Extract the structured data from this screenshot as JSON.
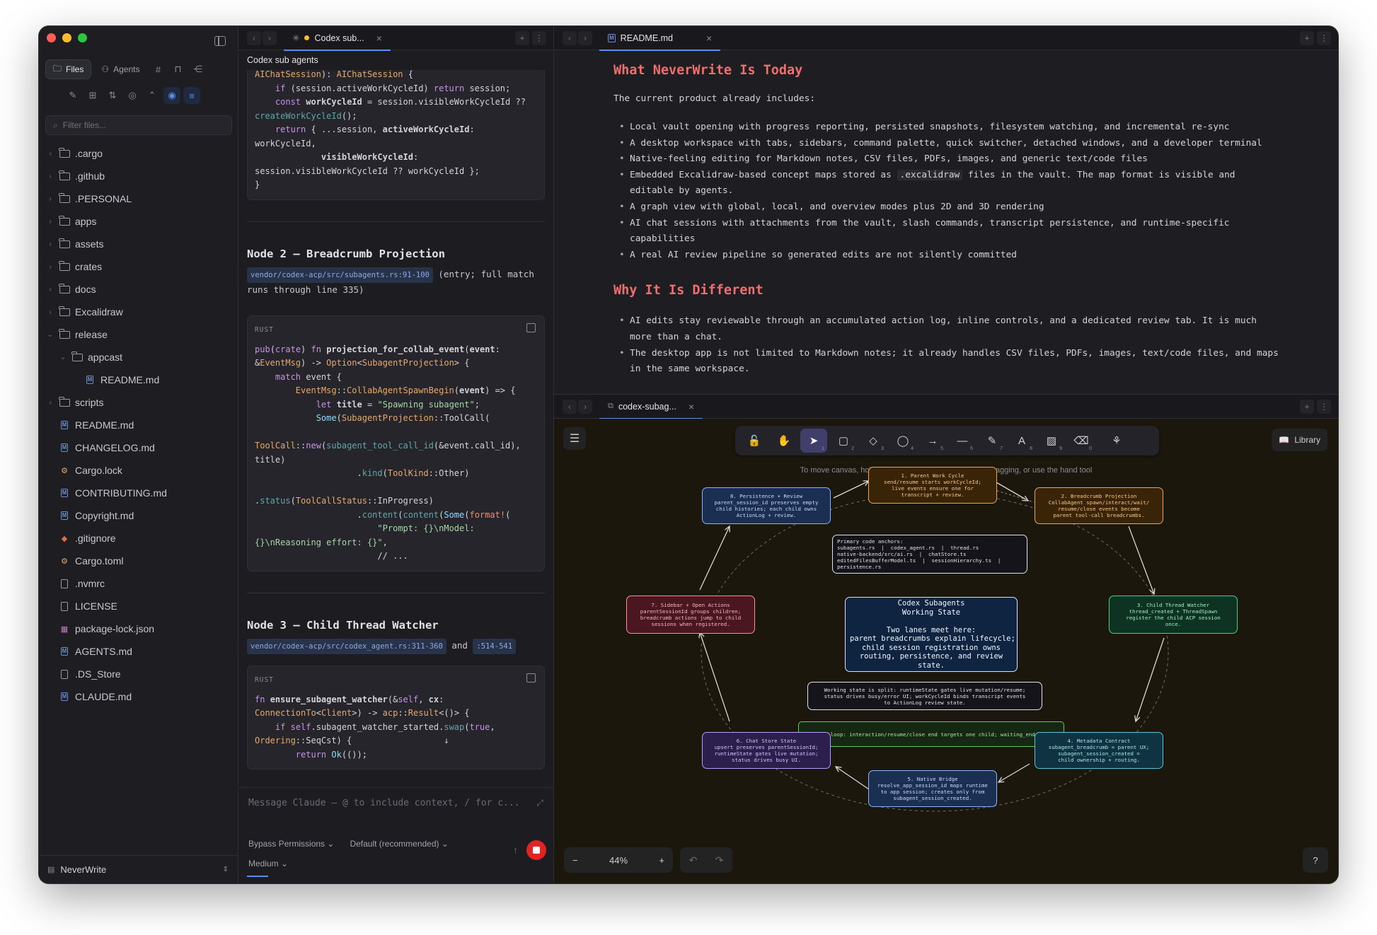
{
  "colors": {
    "accent": "#5b8def",
    "close": "#ff5f57",
    "minimize": "#febc2e",
    "zoom": "#28c840",
    "heading": "#f26d6d",
    "stop": "#e02424"
  },
  "sidebar": {
    "tabs": {
      "files": "Files",
      "agents": "Agents"
    },
    "filter_placeholder": "Filter files...",
    "tree": [
      {
        "label": ".cargo",
        "type": "folder",
        "depth": 0,
        "expanded": false
      },
      {
        "label": ".github",
        "type": "folder",
        "depth": 0,
        "expanded": false
      },
      {
        "label": ".PERSONAL",
        "type": "folder",
        "depth": 0,
        "expanded": false
      },
      {
        "label": "apps",
        "type": "folder",
        "depth": 0,
        "expanded": false
      },
      {
        "label": "assets",
        "type": "folder",
        "depth": 0,
        "expanded": false
      },
      {
        "label": "crates",
        "type": "folder",
        "depth": 0,
        "expanded": false
      },
      {
        "label": "docs",
        "type": "folder",
        "depth": 0,
        "expanded": false
      },
      {
        "label": "Excalidraw",
        "type": "folder",
        "depth": 0,
        "expanded": false
      },
      {
        "label": "release",
        "type": "folder",
        "depth": 0,
        "expanded": true
      },
      {
        "label": "appcast",
        "type": "folder",
        "depth": 1,
        "expanded": true
      },
      {
        "label": "README.md",
        "type": "md",
        "depth": 2
      },
      {
        "label": "scripts",
        "type": "folder",
        "depth": 0,
        "expanded": false
      },
      {
        "label": "README.md",
        "type": "md",
        "depth": 0
      },
      {
        "label": "CHANGELOG.md",
        "type": "md",
        "depth": 0
      },
      {
        "label": "Cargo.lock",
        "type": "cargo",
        "depth": 0
      },
      {
        "label": "CONTRIBUTING.md",
        "type": "md",
        "depth": 0
      },
      {
        "label": "Copyright.md",
        "type": "md",
        "depth": 0
      },
      {
        "label": ".gitignore",
        "type": "git",
        "depth": 0
      },
      {
        "label": "Cargo.toml",
        "type": "cargo",
        "depth": 0
      },
      {
        "label": ".nvmrc",
        "type": "file",
        "depth": 0
      },
      {
        "label": "LICENSE",
        "type": "file",
        "depth": 0
      },
      {
        "label": "package-lock.json",
        "type": "json",
        "depth": 0
      },
      {
        "label": "AGENTS.md",
        "type": "md",
        "depth": 0
      },
      {
        "label": ".DS_Store",
        "type": "file",
        "depth": 0
      },
      {
        "label": "CLAUDE.md",
        "type": "md",
        "depth": 0
      }
    ],
    "vault_name": "NeverWrite"
  },
  "chat": {
    "tab_label": "Codex sub...",
    "title": "Codex sub agents",
    "node2": {
      "heading": "Node 2 — Breadcrumb Projection",
      "path": "vendor/codex-acp/src/subagents.rs:91-100",
      "meta": " (entry; full match runs through line 335)",
      "lang": "RUST"
    },
    "node3": {
      "heading": "Node 3 — Child Thread Watcher",
      "path1": "vendor/codex-acp/src/codex_agent.rs:311-360",
      "and": " and ",
      "path2": ":514-541",
      "lang": "RUST"
    },
    "composer": {
      "placeholder": "Message Claude — @ to include context, / for c...",
      "permissions": "Bypass Permissions",
      "model": "Default (recommended)",
      "effort": "Medium"
    }
  },
  "readme": {
    "tab_label": "README.md",
    "h1": "What NeverWrite Is Today",
    "intro": "The current product already includes:",
    "bullets": [
      "Local vault opening with progress reporting, persisted snapshots, filesystem watching, and incremental re-sync",
      "A desktop workspace with tabs, sidebars, command palette, quick switcher, detached windows, and a developer terminal",
      "Native-feeling editing for Markdown notes, CSV files, PDFs, images, and generic text/code files",
      "Embedded Excalidraw-based concept maps stored as .excalidraw files in the vault. The map format is visible and editable by agents.",
      "A graph view with global, local, and overview modes plus 2D and 3D rendering",
      "AI chat sessions with attachments from the vault, slash commands, transcript persistence, and runtime-specific capabilities",
      "A real AI review pipeline so generated edits are not silently committed"
    ],
    "h2": "Why It Is Different",
    "bullets2": [
      "AI edits stay reviewable through an accumulated action log, inline controls, and a dedicated review tab. It is much more than a chat.",
      "The desktop app is not limited to Markdown notes; it already handles CSV files, PDFs, images, text/code files, and maps in the same workspace."
    ]
  },
  "drawing": {
    "tab_label": "codex-subag...",
    "library": "Library",
    "hint": "To move canvas, hold mouse wheel or spacebar while dragging, or use the hand tool",
    "zoom": "44%",
    "tools": [
      {
        "icon": "lock-icon",
        "glyph": "🔓",
        "key": ""
      },
      {
        "icon": "hand-icon",
        "glyph": "✋",
        "key": ""
      },
      {
        "icon": "selection-icon",
        "glyph": "➤",
        "key": "1",
        "selected": true
      },
      {
        "icon": "rectangle-icon",
        "glyph": "▢",
        "key": "2"
      },
      {
        "icon": "diamond-icon",
        "glyph": "◇",
        "key": "3"
      },
      {
        "icon": "ellipse-icon",
        "glyph": "◯",
        "key": "4"
      },
      {
        "icon": "arrow-icon",
        "glyph": "→",
        "key": "5"
      },
      {
        "icon": "line-icon",
        "glyph": "—",
        "key": "6"
      },
      {
        "icon": "pencil-icon",
        "glyph": "✎",
        "key": "7"
      },
      {
        "icon": "text-icon",
        "glyph": "A",
        "key": "8"
      },
      {
        "icon": "image-icon",
        "glyph": "▨",
        "key": "9"
      },
      {
        "icon": "eraser-icon",
        "glyph": "⌫",
        "key": "0"
      },
      {
        "icon": "extra-tools-icon",
        "glyph": "⚘",
        "key": ""
      }
    ],
    "nodes": {
      "n1": "1. Parent Work Cycle\nsend/resume starts workCycleId;\nlive events ensure one for\ntranscript + review.",
      "n2": "2. Breadcrumb Projection\nCollabAgent spawn/interact/wait/\nresume/close events become\nparent tool-call breadcrumbs.",
      "n3": "3. Child Thread Watcher\nthread_created + ThreadSpawn\nregister the child ACP session\nonce.",
      "n4": "4. Metadata Contract\nsubagent_breadcrumb = parent UX;\nsubagent_session_created =\nchild ownership + routing.",
      "n5": "5. Native Bridge\nresolve_app_session_id maps runtime\nto app session; creates only from\nsubagent_session_created.",
      "n6": "6. Chat Store State\nupsert preserves parentSessionId;\nruntimeState gates live mutation;\nstatus drives busy UI.",
      "n7": "7. Sidebar + Open Actions\nparentSessionId groups children;\nbreadcrumb actions jump to child\nsessions when registered.",
      "n8": "8. Persistence + Review\nparent_session_id preserves empty\nchild histories; each child owns\nActionLog + review.",
      "anchors": "Primary code anchors:\nsubagents.rs  |  codex_agent.rs  |  thread.rs\nnative-backend/src/ai.rs  |  chatStore.ts\neditedFilesBufferModel.ts  |  sessionHierarchy.ts  |\npersistence.rs",
      "center": "Codex Subagents\nWorking State\n\nTwo lanes meet here:\nparent breadcrumbs explain lifecycle;\nchild session registration owns\nrouting, persistence, and review\nstate.",
      "split": "Working state is split: runtimeState gates live mutation/resume;\nstatus drives busy/error UI; workCycleId binds transcript events\nto ActionLog review state.",
      "loop": "the UI loop: interaction/resume/close end targets one child; waiting_end can :"
    }
  }
}
